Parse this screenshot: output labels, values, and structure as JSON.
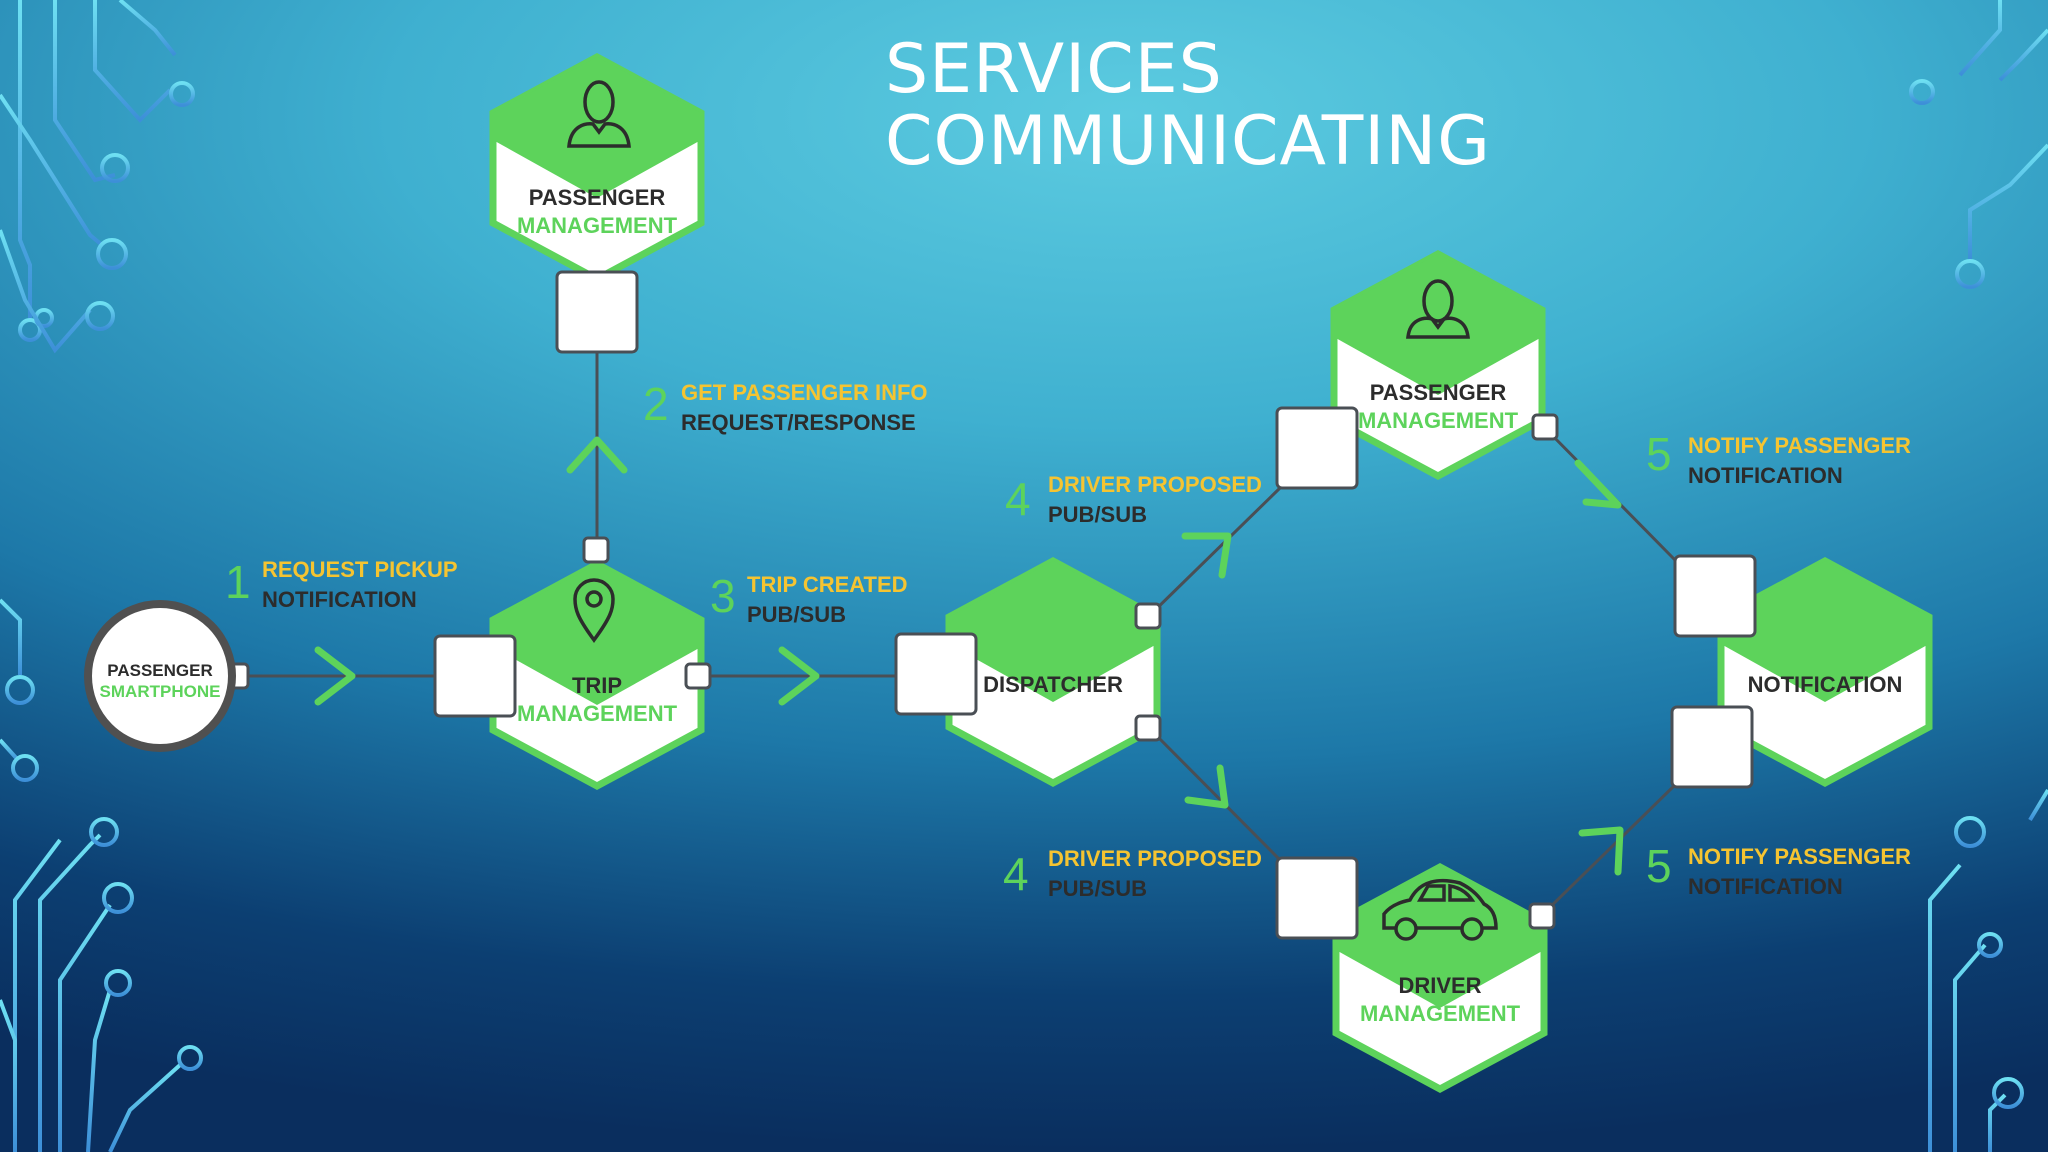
{
  "slide": {
    "title_line1": "SERVICES",
    "title_line2": "COMMUNICATING"
  },
  "colors": {
    "green": "#5dd35b",
    "orange": "#f5c431",
    "dark_text": "#2c2c2c",
    "line": "#4a4f55",
    "circuit": "#6ad6ec"
  },
  "services": {
    "passenger_top": {
      "line1": "PASSENGER",
      "line2": "MANAGEMENT",
      "icon": "person-icon"
    },
    "trip": {
      "line1": "TRIP",
      "line2": "MANAGEMENT",
      "icon": "location-pin-icon"
    },
    "dispatcher": {
      "line1": "DISPATCHER"
    },
    "passenger_right": {
      "line1": "PASSENGER",
      "line2": "MANAGEMENT",
      "icon": "person-icon"
    },
    "driver": {
      "line1": "DRIVER",
      "line2": "MANAGEMENT",
      "icon": "car-icon"
    },
    "notification": {
      "line1": "NOTIFICATION"
    }
  },
  "smartphone": {
    "line1": "PASSENGER",
    "line2": "SMARTPHONE"
  },
  "steps": [
    {
      "num": "1",
      "title": "REQUEST PICKUP",
      "type": "NOTIFICATION"
    },
    {
      "num": "2",
      "title": "GET PASSENGER INFO",
      "type": "REQUEST/RESPONSE"
    },
    {
      "num": "3",
      "title": "TRIP CREATED",
      "type": "PUB/SUB"
    },
    {
      "num": "4",
      "title": "DRIVER PROPOSED",
      "type": "PUB/SUB"
    },
    {
      "num": "4",
      "title": "DRIVER PROPOSED",
      "type": "PUB/SUB"
    },
    {
      "num": "5",
      "title": "NOTIFY PASSENGER",
      "type": "NOTIFICATION"
    },
    {
      "num": "5",
      "title": "NOTIFY PASSENGER",
      "type": "NOTIFICATION"
    }
  ]
}
